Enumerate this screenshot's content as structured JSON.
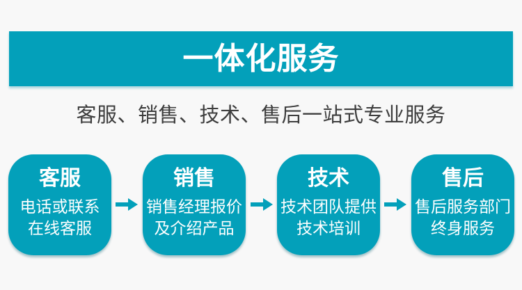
{
  "page": {
    "accent_color": "#03a0ba",
    "background_color": "#f8f8f8",
    "text_color": "#3d3d3d"
  },
  "banner": {
    "title": "一体化服务"
  },
  "subtitle": "客服、销售、技术、售后一站式专业服务",
  "flow": {
    "steps": [
      {
        "title": "客服",
        "lines": [
          "电话或联系",
          "在线客服"
        ]
      },
      {
        "title": "销售",
        "lines": [
          "销售经理报价",
          "及介绍产品"
        ]
      },
      {
        "title": "技术",
        "lines": [
          "技术团队提供",
          "技术培训"
        ]
      },
      {
        "title": "售后",
        "lines": [
          "售后服务部门",
          "终身服务"
        ]
      }
    ],
    "arrow_icon": "right-arrow"
  }
}
